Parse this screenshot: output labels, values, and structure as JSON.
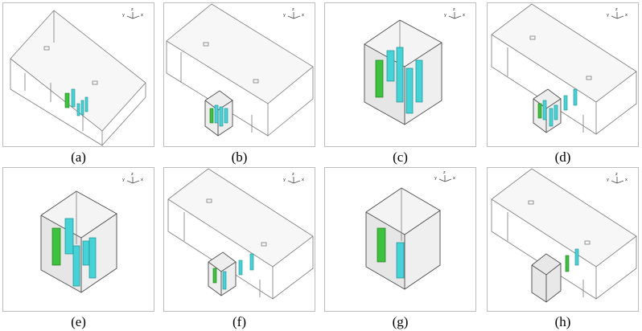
{
  "panels": [
    {
      "label": "(a)"
    },
    {
      "label": "(b)"
    },
    {
      "label": "(c)"
    },
    {
      "label": "(d)"
    },
    {
      "label": "(e)"
    },
    {
      "label": "(f)"
    },
    {
      "label": "(g)"
    },
    {
      "label": "(h)"
    }
  ],
  "axis_labels": {
    "y": "y",
    "z": "z",
    "x": "x"
  },
  "colors": {
    "green_block": "#3cc23c",
    "cyan_block": "#45d3d8",
    "frame": "#bdbdbd"
  }
}
